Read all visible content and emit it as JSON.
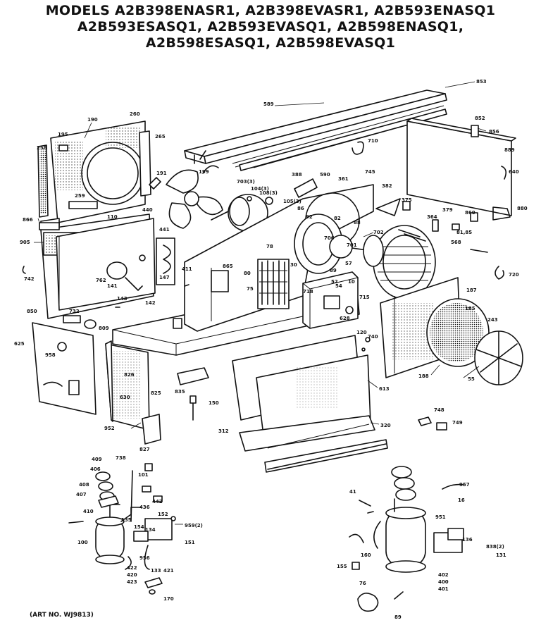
{
  "title_lines": [
    "MODELS A2B398ENASR1, A2B398EVASR1, A2B593ENASQ1",
    "A2B593ESASQ1, A2B593EVASQ1, A2B598ENASQ1,",
    "A2B598ESASQ1, A2B598EVASQ1"
  ],
  "art_number": "(ART NO. WJ9813)",
  "part_labels": [
    "853",
    "589",
    "852",
    "856",
    "889",
    "640",
    "880",
    "190",
    "195",
    "260",
    "265",
    "258",
    "259",
    "191",
    "199",
    "703(3)",
    "104(3)",
    "108(3)",
    "105(3)",
    "388",
    "590",
    "361",
    "745",
    "710",
    "382",
    "375",
    "364",
    "379",
    "860",
    "81,85",
    "866",
    "905",
    "110",
    "440",
    "441",
    "86",
    "92",
    "82",
    "88",
    "702",
    "701",
    "706",
    "568",
    "720",
    "742",
    "762",
    "141",
    "142",
    "147",
    "411",
    "143",
    "865",
    "75",
    "78",
    "80",
    "30",
    "89",
    "57",
    "52",
    "54",
    "10",
    "718",
    "715",
    "628",
    "187",
    "185",
    "243",
    "55",
    "188",
    "850",
    "732",
    "809",
    "625",
    "958",
    "835",
    "826",
    "630",
    "150",
    "312",
    "120",
    "740",
    "613",
    "320",
    "748",
    "749",
    "952",
    "827",
    "825",
    "738",
    "409",
    "406",
    "408",
    "407",
    "410",
    "442",
    "436",
    "101",
    "135",
    "154",
    "134",
    "152",
    "959(2)",
    "151",
    "100",
    "956",
    "422",
    "420",
    "423",
    "421",
    "133",
    "170",
    "136",
    "957",
    "155",
    "160",
    "41",
    "951",
    "838(2)",
    "131",
    "402",
    "400",
    "401",
    "76",
    "89",
    "16"
  ],
  "colors": {
    "ink": "#111111",
    "paper": "#ffffff"
  }
}
